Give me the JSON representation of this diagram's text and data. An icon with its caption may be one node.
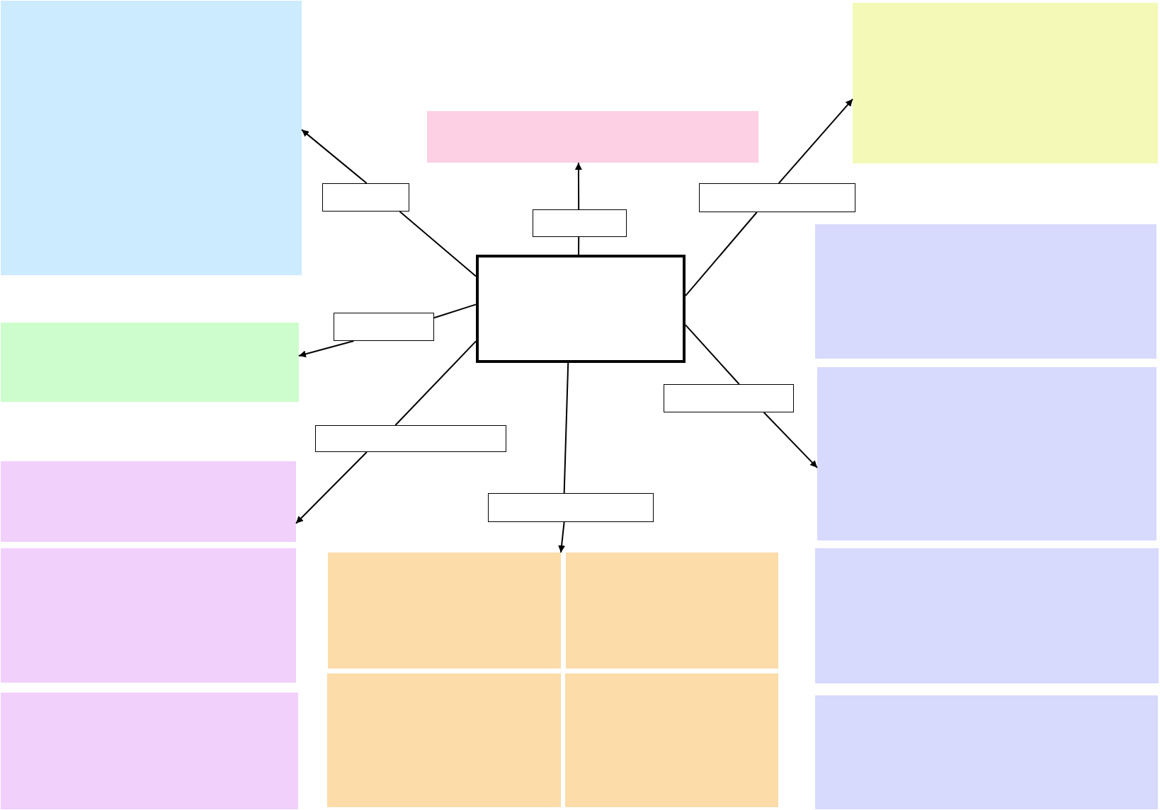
{
  "diagram": {
    "nodes": [
      {
        "text": [],
        "shape": "box"
      },
      {
        "text": [],
        "shape": "box"
      },
      {
        "text": [],
        "shape": "box"
      },
      {
        "text": [],
        "shape": "box"
      },
      {
        "text": [],
        "shape": "box"
      },
      {
        "text": [],
        "shape": "box"
      },
      {
        "text": [],
        "shape": "box"
      },
      {
        "text": [],
        "shape": "box"
      },
      {
        "text": [],
        "shape": "box"
      },
      {
        "text": [],
        "shape": "box"
      },
      {
        "text": [],
        "shape": "box"
      },
      {
        "text": [],
        "shape": "box"
      },
      {
        "text": [],
        "shape": "box"
      },
      {
        "text": [],
        "shape": "box"
      },
      {
        "text": [],
        "shape": "box"
      },
      {
        "text": [],
        "shape": "box"
      },
      {
        "text": [],
        "shape": "box"
      },
      {
        "text": [],
        "shape": "box"
      },
      {
        "text": [],
        "shape": "box"
      },
      {
        "text": [],
        "shape": "box"
      },
      {
        "text": [],
        "shape": "box"
      },
      {
        "text": [],
        "shape": "box"
      },
      {
        "text": [],
        "shape": "box"
      }
    ],
    "edges": [
      {
        "from": 7,
        "to": 3,
        "arrow": "none"
      },
      {
        "from": 3,
        "to": 0,
        "arrow": "to"
      },
      {
        "from": 7,
        "to": 5,
        "arrow": "none"
      },
      {
        "from": 5,
        "to": 1,
        "arrow": "to"
      },
      {
        "from": 7,
        "to": 4,
        "arrow": "none"
      },
      {
        "from": 4,
        "to": 2,
        "arrow": "to"
      },
      {
        "from": 7,
        "to": 8,
        "arrow": "none"
      },
      {
        "from": 8,
        "to": 9,
        "arrow": "to"
      },
      {
        "from": 7,
        "to": 12,
        "arrow": "none"
      },
      {
        "from": 12,
        "to": 13,
        "arrow": "to"
      },
      {
        "from": 7,
        "to": 14,
        "arrow": "none"
      },
      {
        "from": 14,
        "to": 16,
        "arrow": "to"
      },
      {
        "from": 7,
        "to": 10,
        "arrow": "none"
      },
      {
        "from": 10,
        "to": 11,
        "arrow": "to"
      }
    ]
  }
}
